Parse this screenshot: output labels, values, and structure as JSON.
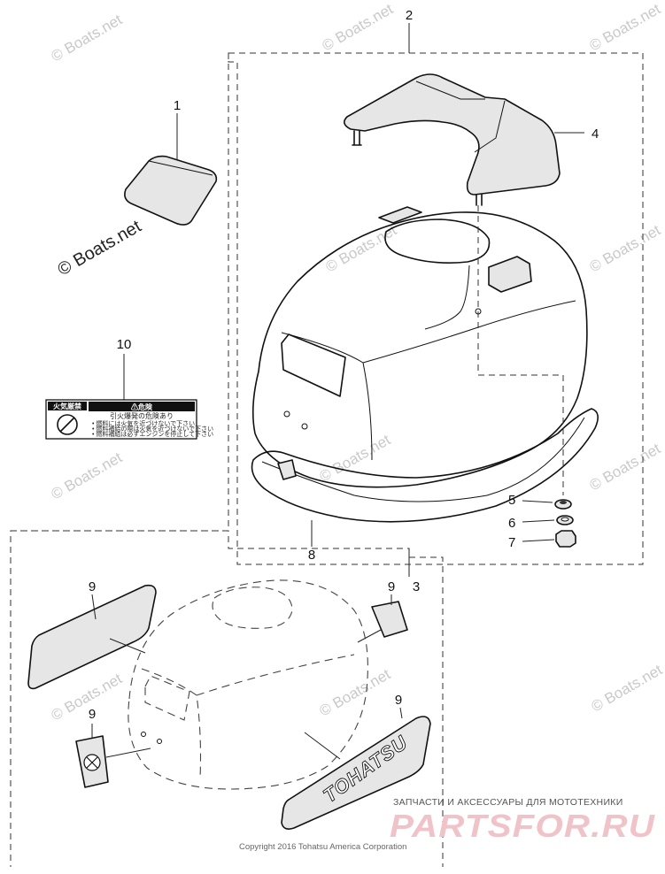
{
  "callouts": {
    "c1": "1",
    "c2": "2",
    "c3": "3",
    "c4": "4",
    "c5": "5",
    "c6": "6",
    "c7": "7",
    "c8": "8",
    "c9a": "9",
    "c9b": "9",
    "c9c": "9",
    "c9d": "9",
    "c10": "10"
  },
  "watermark": {
    "text": "© Boats.net"
  },
  "warning_label": {
    "left_title": "火気厳禁",
    "right_title": "⚠危険",
    "subtitle": "引火爆発の危険あり",
    "line1": "• 燃料には火気を近づけないで下さい",
    "line2": "• 燃料補給の際は火気を近づけないで下さい",
    "line3": "• 燃料補給は必ずエンジンを停止して下さい"
  },
  "decal": {
    "tohatsu": "TOHATSU"
  },
  "footer": {
    "promo": "ЗАПЧАСТИ И АКСЕССУАРЫ ДЛЯ МОТОТЕХНИКИ",
    "brand": "PARTSFOR.RU",
    "copyright": "Copyright 2016 Tohatsu America Corporation"
  },
  "colors": {
    "ink": "#111111",
    "part_fill": "#e6e6e6",
    "watermark": "#c9c9c9",
    "brand": "#f0c3c8"
  }
}
